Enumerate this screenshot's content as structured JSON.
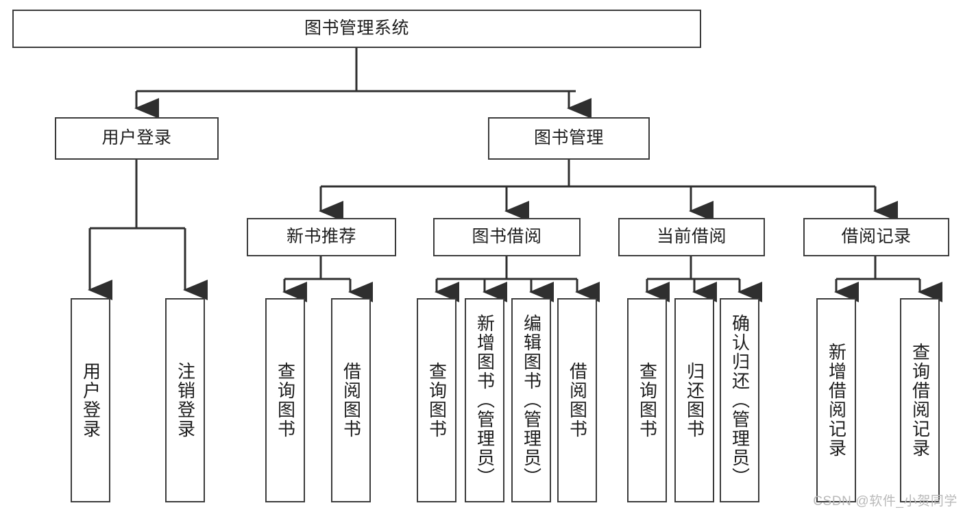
{
  "diagram": {
    "title": "图书管理系统",
    "type": "tree-hierarchy-diagram",
    "root": {
      "id": "root",
      "label": "图书管理系统"
    },
    "level2": [
      {
        "id": "login",
        "label": "用户登录"
      },
      {
        "id": "bookmgmt",
        "label": "图书管理"
      }
    ],
    "level3": [
      {
        "id": "newbook",
        "label": "新书推荐",
        "parent": "bookmgmt"
      },
      {
        "id": "borrow",
        "label": "图书借阅",
        "parent": "bookmgmt"
      },
      {
        "id": "current",
        "label": "当前借阅",
        "parent": "bookmgmt"
      },
      {
        "id": "records",
        "label": "借阅记录",
        "parent": "bookmgmt"
      }
    ],
    "leaves": [
      {
        "id": "leaf-login-1",
        "label": "用户登录",
        "parent": "login"
      },
      {
        "id": "leaf-login-2",
        "label": "注销登录",
        "parent": "login"
      },
      {
        "id": "leaf-newbook-1",
        "label": "查询图书",
        "parent": "newbook"
      },
      {
        "id": "leaf-newbook-2",
        "label": "借阅图书",
        "parent": "newbook"
      },
      {
        "id": "leaf-borrow-1",
        "label": "查询图书",
        "parent": "borrow"
      },
      {
        "id": "leaf-borrow-2",
        "label": "新增图书（管理员）",
        "parent": "borrow"
      },
      {
        "id": "leaf-borrow-3",
        "label": "编辑图书（管理员）",
        "parent": "borrow"
      },
      {
        "id": "leaf-borrow-4",
        "label": "借阅图书",
        "parent": "borrow"
      },
      {
        "id": "leaf-current-1",
        "label": "查询图书",
        "parent": "current"
      },
      {
        "id": "leaf-current-2",
        "label": "归还图书",
        "parent": "current"
      },
      {
        "id": "leaf-current-3",
        "label": "确认归还（管理员）",
        "parent": "current"
      },
      {
        "id": "leaf-records-1",
        "label": "新增借阅记录",
        "parent": "records"
      },
      {
        "id": "leaf-records-2",
        "label": "查询借阅记录",
        "parent": "records"
      }
    ],
    "colors": {
      "background": "#ffffff",
      "node_fill": "#ffffff",
      "node_border": "#3b3b3b",
      "edge": "#2f2f2f",
      "text": "#1d1d1d",
      "watermark": "#b9b9b9"
    }
  },
  "watermark": {
    "text": "CSDN @软件_小贺同学"
  }
}
